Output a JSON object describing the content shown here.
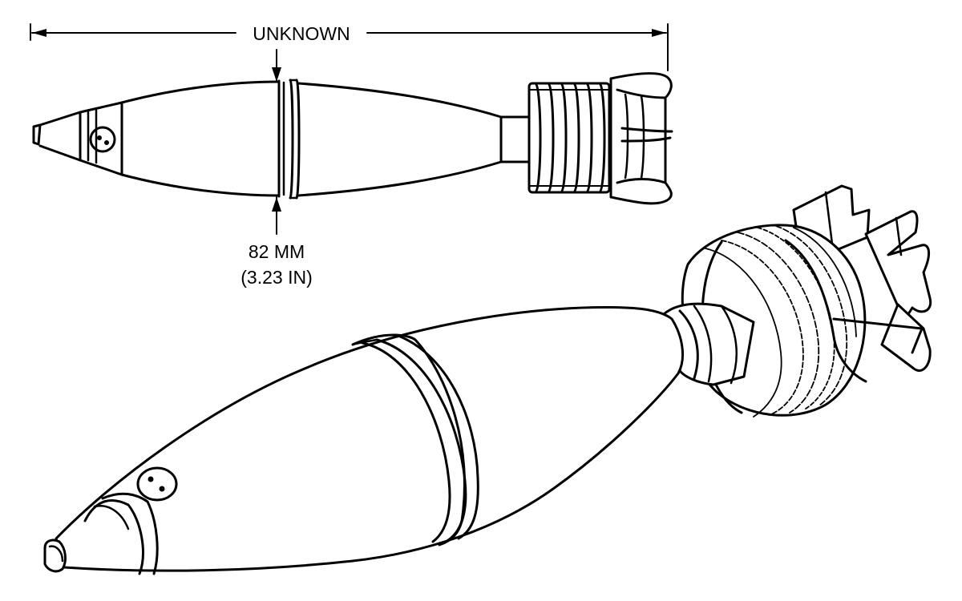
{
  "labels": {
    "length": "UNKNOWN",
    "diameter_mm": "82 MM",
    "diameter_in": "(3.23 IN)"
  },
  "colors": {
    "ink": "#000000",
    "paper": "#ffffff"
  }
}
